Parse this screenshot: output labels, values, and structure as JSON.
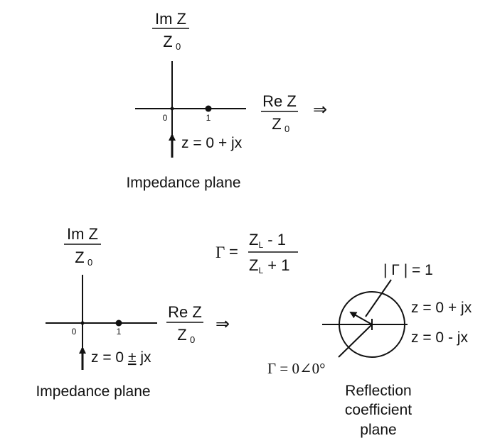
{
  "top_panel": {
    "y_axis_label_num": "Im Z",
    "y_axis_label_den_main": "Z",
    "y_axis_label_den_sub": "0",
    "x_axis_label_num": "Re Z",
    "x_axis_label_den_main": "Z",
    "x_axis_label_den_sub": "0",
    "origin_label": "0",
    "unit_label": "1",
    "path_label": "z = 0 + jx",
    "arrow_symbol": "⇒",
    "caption": "Impedance plane"
  },
  "bottom_left_panel": {
    "y_axis_label_num": "Im Z",
    "y_axis_label_den_main": "Z",
    "y_axis_label_den_sub": "0",
    "x_axis_label_num": "Re Z",
    "x_axis_label_den_main": "Z",
    "x_axis_label_den_sub": "0",
    "origin_label": "0",
    "unit_label": "1",
    "path_label_prefix": "z = 0 ",
    "path_label_pm": "±",
    "path_label_suffix": " jx",
    "arrow_symbol": "⇒",
    "caption": "Impedance plane"
  },
  "formula": {
    "gamma": "Γ",
    "equals": "=",
    "num_main": "Z",
    "num_sub": "L",
    "num_rest": " - 1",
    "den_main": "Z",
    "den_sub": "L",
    "den_rest": " + 1"
  },
  "reflection_panel": {
    "magnitude_label": "| Γ | = 1",
    "upper_label": "z = 0 + jx",
    "lower_label": "z = 0 - jx",
    "gamma_label": "Γ = 0∠0°",
    "caption_line1": "Reflection",
    "caption_line2": "coefficient",
    "caption_line3": "plane"
  }
}
